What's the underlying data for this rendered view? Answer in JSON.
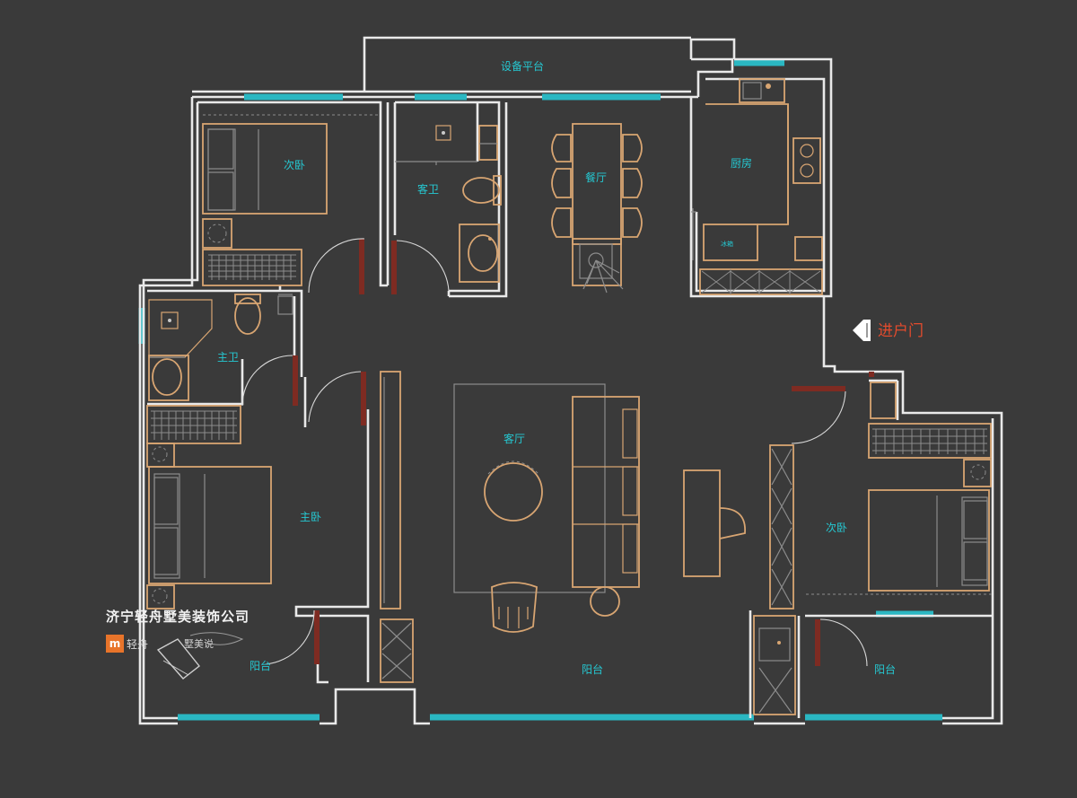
{
  "rooms": {
    "equipment_platform": "设备平台",
    "secondary_bedroom_nw": "次卧",
    "guest_bath": "客卫",
    "dining_room": "餐厅",
    "kitchen": "厨房",
    "master_bath": "主卫",
    "living_room": "客厅",
    "master_bedroom": "主卧",
    "secondary_bedroom_e": "次卧",
    "balcony_west": "阳台",
    "balcony_center": "阳台",
    "balcony_east": "阳台",
    "fridge": "冰箱"
  },
  "entry": {
    "label": "进户门"
  },
  "watermark": {
    "company": "济宁轻舟墅美装饰公司",
    "brand_badge": "m",
    "brand_short": "轻舟",
    "brand_sub": "墅美说"
  },
  "colors": {
    "background": "#3a3a3a",
    "wall": "#e9e9e9",
    "window": "#2ab7c2",
    "furniture": "#d8a572",
    "door": "#7e2b22",
    "label": "#25c8d2",
    "entry": "#e24b2d"
  }
}
